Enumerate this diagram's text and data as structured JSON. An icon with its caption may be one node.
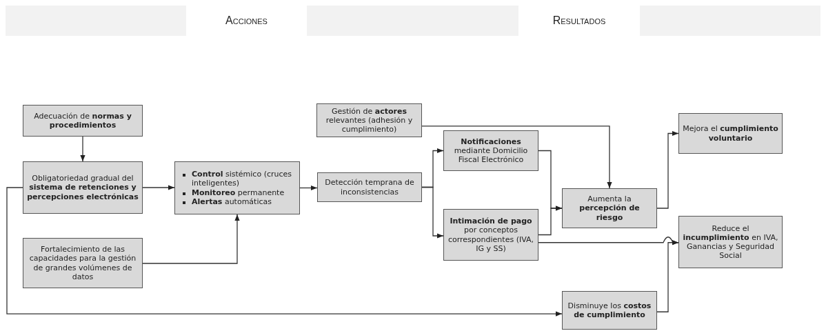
{
  "diagram": {
    "nodes": [
      {
        "text": [
          "Adecuación de **normas y procedimientos**"
        ]
      },
      {
        "text": [
          "Obligatoriedad gradual del **sistema de retenciones y percepciones electrónicas**"
        ]
      },
      {
        "text": [
          "**Control** sistémico (cruces inteligentes)",
          "**Monitoreo** permanente",
          "**Alertas** automáticas"
        ]
      },
      {
        "text": [
          "Fortalecimiento de las capacidades para la gestión de grandes volúmenes de datos"
        ]
      },
      {
        "text": [
          "Detección temprana de inconsistencias"
        ]
      },
      {
        "text": [
          "Gestión de **actores** relevantes (adhesión y cumplimiento)"
        ]
      },
      {
        "text": [
          "**Notificaciones** mediante Domicilio Fiscal Electrónico"
        ]
      },
      {
        "text": [
          "**Intimación de pago** por conceptos correspondientes (IVA, IG y SS)"
        ]
      },
      {
        "text": [
          "Aumenta la **percepción de riesgo**"
        ]
      },
      {
        "text": [
          "Mejora el **cumplimiento voluntario**"
        ]
      },
      {
        "text": [
          "Reduce el **incumplimiento** en IVA, Ganancias y Seguridad Social"
        ]
      },
      {
        "text": [
          "Disminuye los **costos de cumplimiento**"
        ]
      }
    ],
    "edges": [
      {
        "from": 0,
        "to": 1,
        "arrow": "to"
      },
      {
        "from": 1,
        "to": 2,
        "arrow": "to"
      },
      {
        "from": 3,
        "to": 2,
        "arrow": "to"
      },
      {
        "from": 2,
        "to": 4,
        "arrow": "to"
      },
      {
        "from": 4,
        "to": 6,
        "arrow": "to"
      },
      {
        "from": 4,
        "to": 7,
        "arrow": "to"
      },
      {
        "from": 6,
        "to": 8,
        "arrow": "to"
      },
      {
        "from": 7,
        "to": 8,
        "arrow": "to"
      },
      {
        "from": 5,
        "to": 8,
        "arrow": "to"
      },
      {
        "from": 8,
        "to": 9,
        "arrow": "to"
      },
      {
        "from": 7,
        "to": 10,
        "arrow": "to"
      },
      {
        "from": 1,
        "to": 11,
        "arrow": "to"
      },
      {
        "from": 11,
        "to": 10,
        "arrow": "to"
      }
    ],
    "labels": [
      "Acciones",
      "Resultados"
    ]
  }
}
